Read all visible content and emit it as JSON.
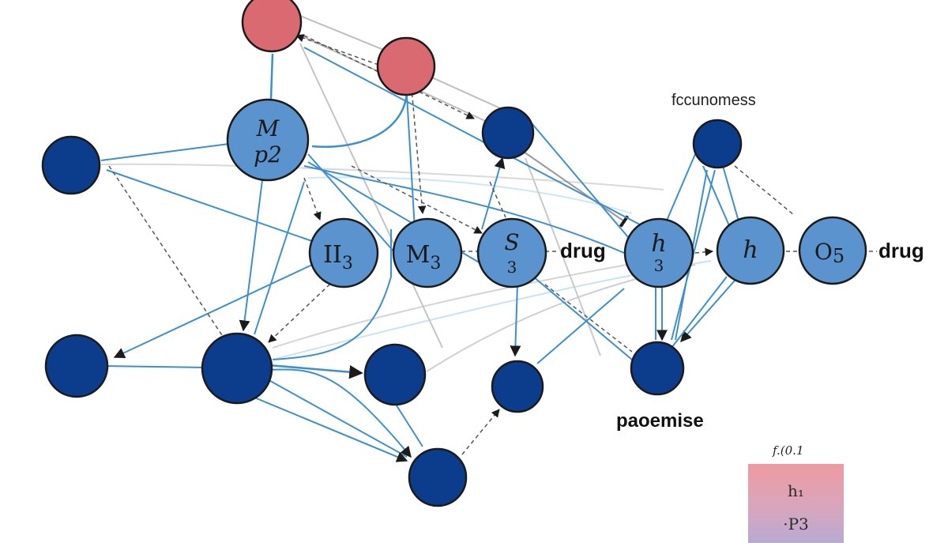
{
  "diagram": {
    "colors": {
      "node_light": "#5b93cf",
      "node_dark": "#0c3c8c",
      "node_red": "#d96a72",
      "edge_blue": "#3d8fd0",
      "edge_light": "#a9d3ec",
      "edge_gray": "#bdbdbd",
      "edge_dashed": "#555555",
      "stroke": "#1b1b1b"
    },
    "nodes": [
      {
        "id": "red1",
        "type": "red",
        "label": ""
      },
      {
        "id": "red2",
        "type": "red",
        "label": ""
      },
      {
        "id": "Mp2",
        "type": "light",
        "label_line1": "M",
        "label_line2": "p2"
      },
      {
        "id": "dark_left_top",
        "type": "dark",
        "label": ""
      },
      {
        "id": "dark_top_mid",
        "type": "dark",
        "label": ""
      },
      {
        "id": "dark_top_right",
        "type": "dark",
        "label": ""
      },
      {
        "id": "II3",
        "type": "light",
        "label_main": "II",
        "label_sub": "3"
      },
      {
        "id": "M3",
        "type": "light",
        "label_main": "M",
        "label_sub": "3"
      },
      {
        "id": "S3",
        "type": "light",
        "label_line1": "S",
        "label_line2": "3"
      },
      {
        "id": "h3",
        "type": "light",
        "label_line1": "h",
        "label_line2": "3"
      },
      {
        "id": "h",
        "type": "light",
        "label_line1": "h"
      },
      {
        "id": "O5",
        "type": "light",
        "label_main": "O",
        "label_sub": "5"
      },
      {
        "id": "dark_bottom_left",
        "type": "dark",
        "label": ""
      },
      {
        "id": "dark_bottom_big",
        "type": "dark",
        "label": ""
      },
      {
        "id": "dark_bottom_mid",
        "type": "dark",
        "label": ""
      },
      {
        "id": "dark_bottom_s",
        "type": "dark",
        "label": ""
      },
      {
        "id": "dark_bottom_h",
        "type": "dark",
        "label": ""
      },
      {
        "id": "dark_bottom_low",
        "type": "dark",
        "label": ""
      }
    ],
    "annotations": {
      "drug_1": "drug",
      "drug_2": "drug",
      "top_right": "fccunomess",
      "bottom": "paoemise"
    },
    "legend": {
      "title": "f.(0.1",
      "items": [
        "h₁",
        "·P3"
      ]
    }
  }
}
